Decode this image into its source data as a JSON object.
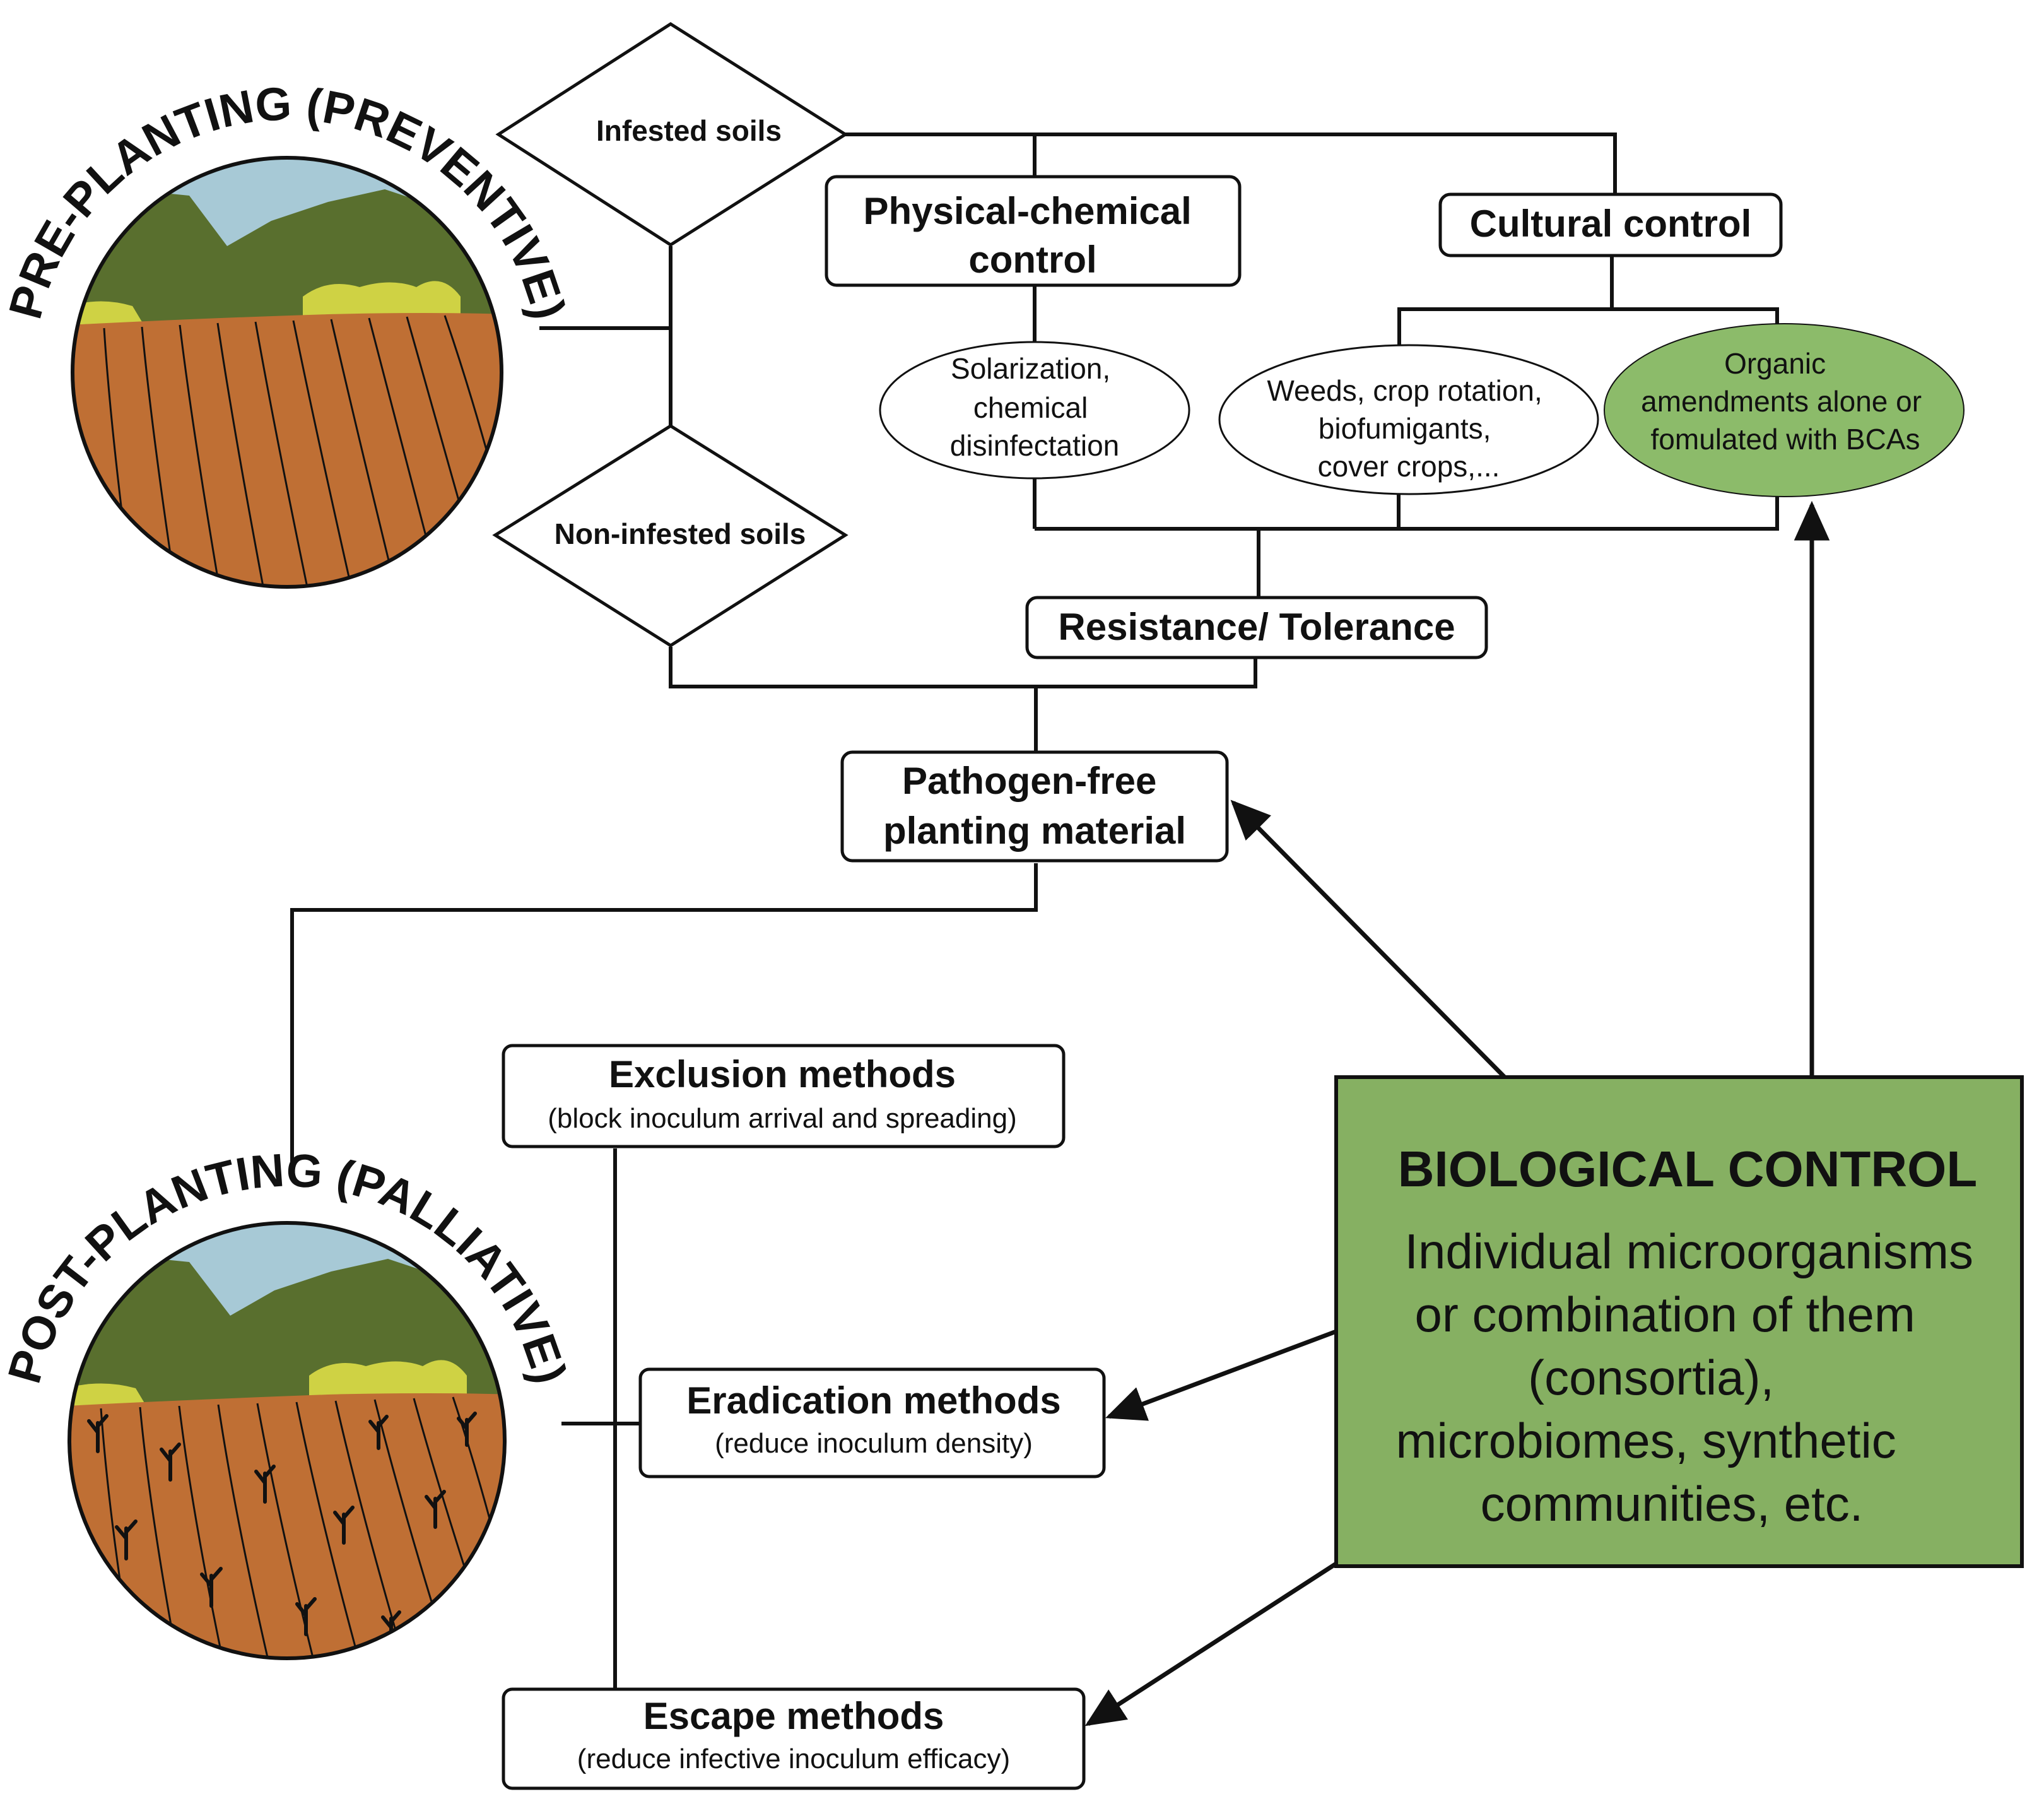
{
  "colors": {
    "sky": "#a7c9d6",
    "mountain": "#596f2e",
    "shrub": "#cfd244",
    "soil": "#bf6f34",
    "bio_fill": "#86b062",
    "organic_fill": "#8cbb6a",
    "line": "#111111"
  },
  "icons": {
    "pre": "landscape-tilled-field-icon",
    "post": "landscape-field-dead-plants-icon"
  },
  "phases": {
    "pre": "PRE-PLANTING (PREVENTIVE)",
    "post": "POST-PLANTING (PALLIATIVE)"
  },
  "soils": {
    "infested": "Infested soils",
    "non_infested": "Non-infested soils"
  },
  "controls": {
    "physical_chemical": [
      "Physical-chemical",
      "control"
    ],
    "cultural": "Cultural control"
  },
  "options": {
    "solarization": [
      "Solarization,",
      "chemical",
      "disinfectation"
    ],
    "weeds": [
      "Weeds, crop rotation,",
      "biofumigants,",
      "cover crops,..."
    ],
    "organic": [
      "Organic",
      "amendments alone or",
      "fomulated with BCAs"
    ]
  },
  "resistance": "Resistance/ Tolerance",
  "pathogen_free": [
    "Pathogen-free",
    "planting material"
  ],
  "methods": {
    "exclusion": {
      "title": "Exclusion methods",
      "desc": "(block inoculum arrival and spreading)"
    },
    "eradication": {
      "title": "Eradication methods",
      "desc": "(reduce inoculum density)"
    },
    "escape": {
      "title": "Escape methods",
      "desc": "(reduce infective inoculum efficacy)"
    }
  },
  "biological_control": {
    "title": "BIOLOGICAL CONTROL",
    "lines": [
      "Individual microorganisms",
      "or combination of them",
      "(consortia),",
      "microbiomes, synthetic",
      "communities, etc."
    ]
  }
}
